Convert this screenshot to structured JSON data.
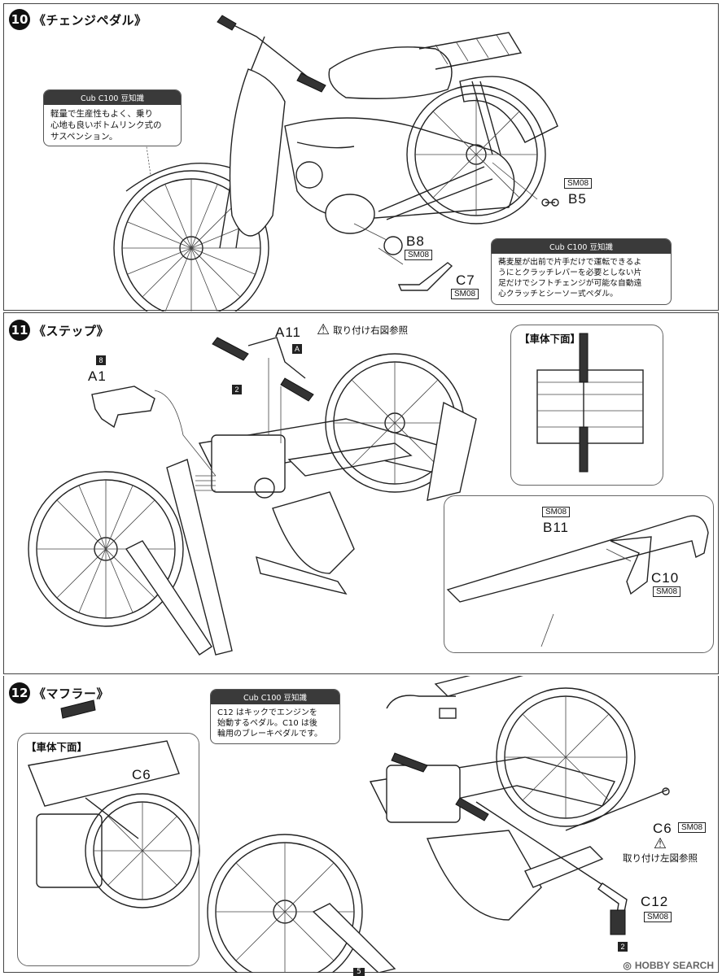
{
  "step10": {
    "number": "10",
    "title": "《チェンジペダル》",
    "note1": {
      "head": "Cub C100 豆知識",
      "body": "軽量で生産性もよく、乗り\n心地も良いボトムリンク式の\nサスペンション。"
    },
    "note2": {
      "head": "Cub C100 豆知識",
      "body": "蕎麦屋が出前で片手だけで運転できるよ\nうにとクラッチレバーを必要としない片\n足だけでシフトチェンジが可能な自動遠\n心クラッチとシーソー式ペダル。"
    },
    "parts": [
      {
        "label": "B5",
        "tag": "SM08"
      },
      {
        "label": "B8",
        "tag": "SM08"
      },
      {
        "label": "C7",
        "tag": "SM08"
      }
    ]
  },
  "step11": {
    "number": "11",
    "title": "《ステップ》",
    "warning": "取り付け右図参照",
    "parts": {
      "a11": {
        "label": "A11",
        "block": "A"
      },
      "a1": {
        "label": "A1",
        "block": "8"
      },
      "grip_block": "2",
      "b11": {
        "label": "B11",
        "tag": "SM08"
      },
      "c10": {
        "label": "C10",
        "tag": "SM08"
      }
    },
    "inset_title": "【車体下面】"
  },
  "step12": {
    "number": "12",
    "title": "《マフラー》",
    "note": {
      "head": "Cub C100 豆知識",
      "body": "C12 はキックでエンジンを\n始動するペダル。C10 は後\n輪用のブレーキペダルです。"
    },
    "inset_title": "【車体下面】",
    "inset_part": "C6",
    "warning": "取り付け左図参照",
    "parts": {
      "c6": {
        "label": "C6",
        "tag": "SM08"
      },
      "c12": {
        "label": "C12",
        "tag": "SM08"
      },
      "grip_block": "2"
    }
  },
  "footer": {
    "page": "5",
    "watermark": "HOBBY SEARCH"
  }
}
